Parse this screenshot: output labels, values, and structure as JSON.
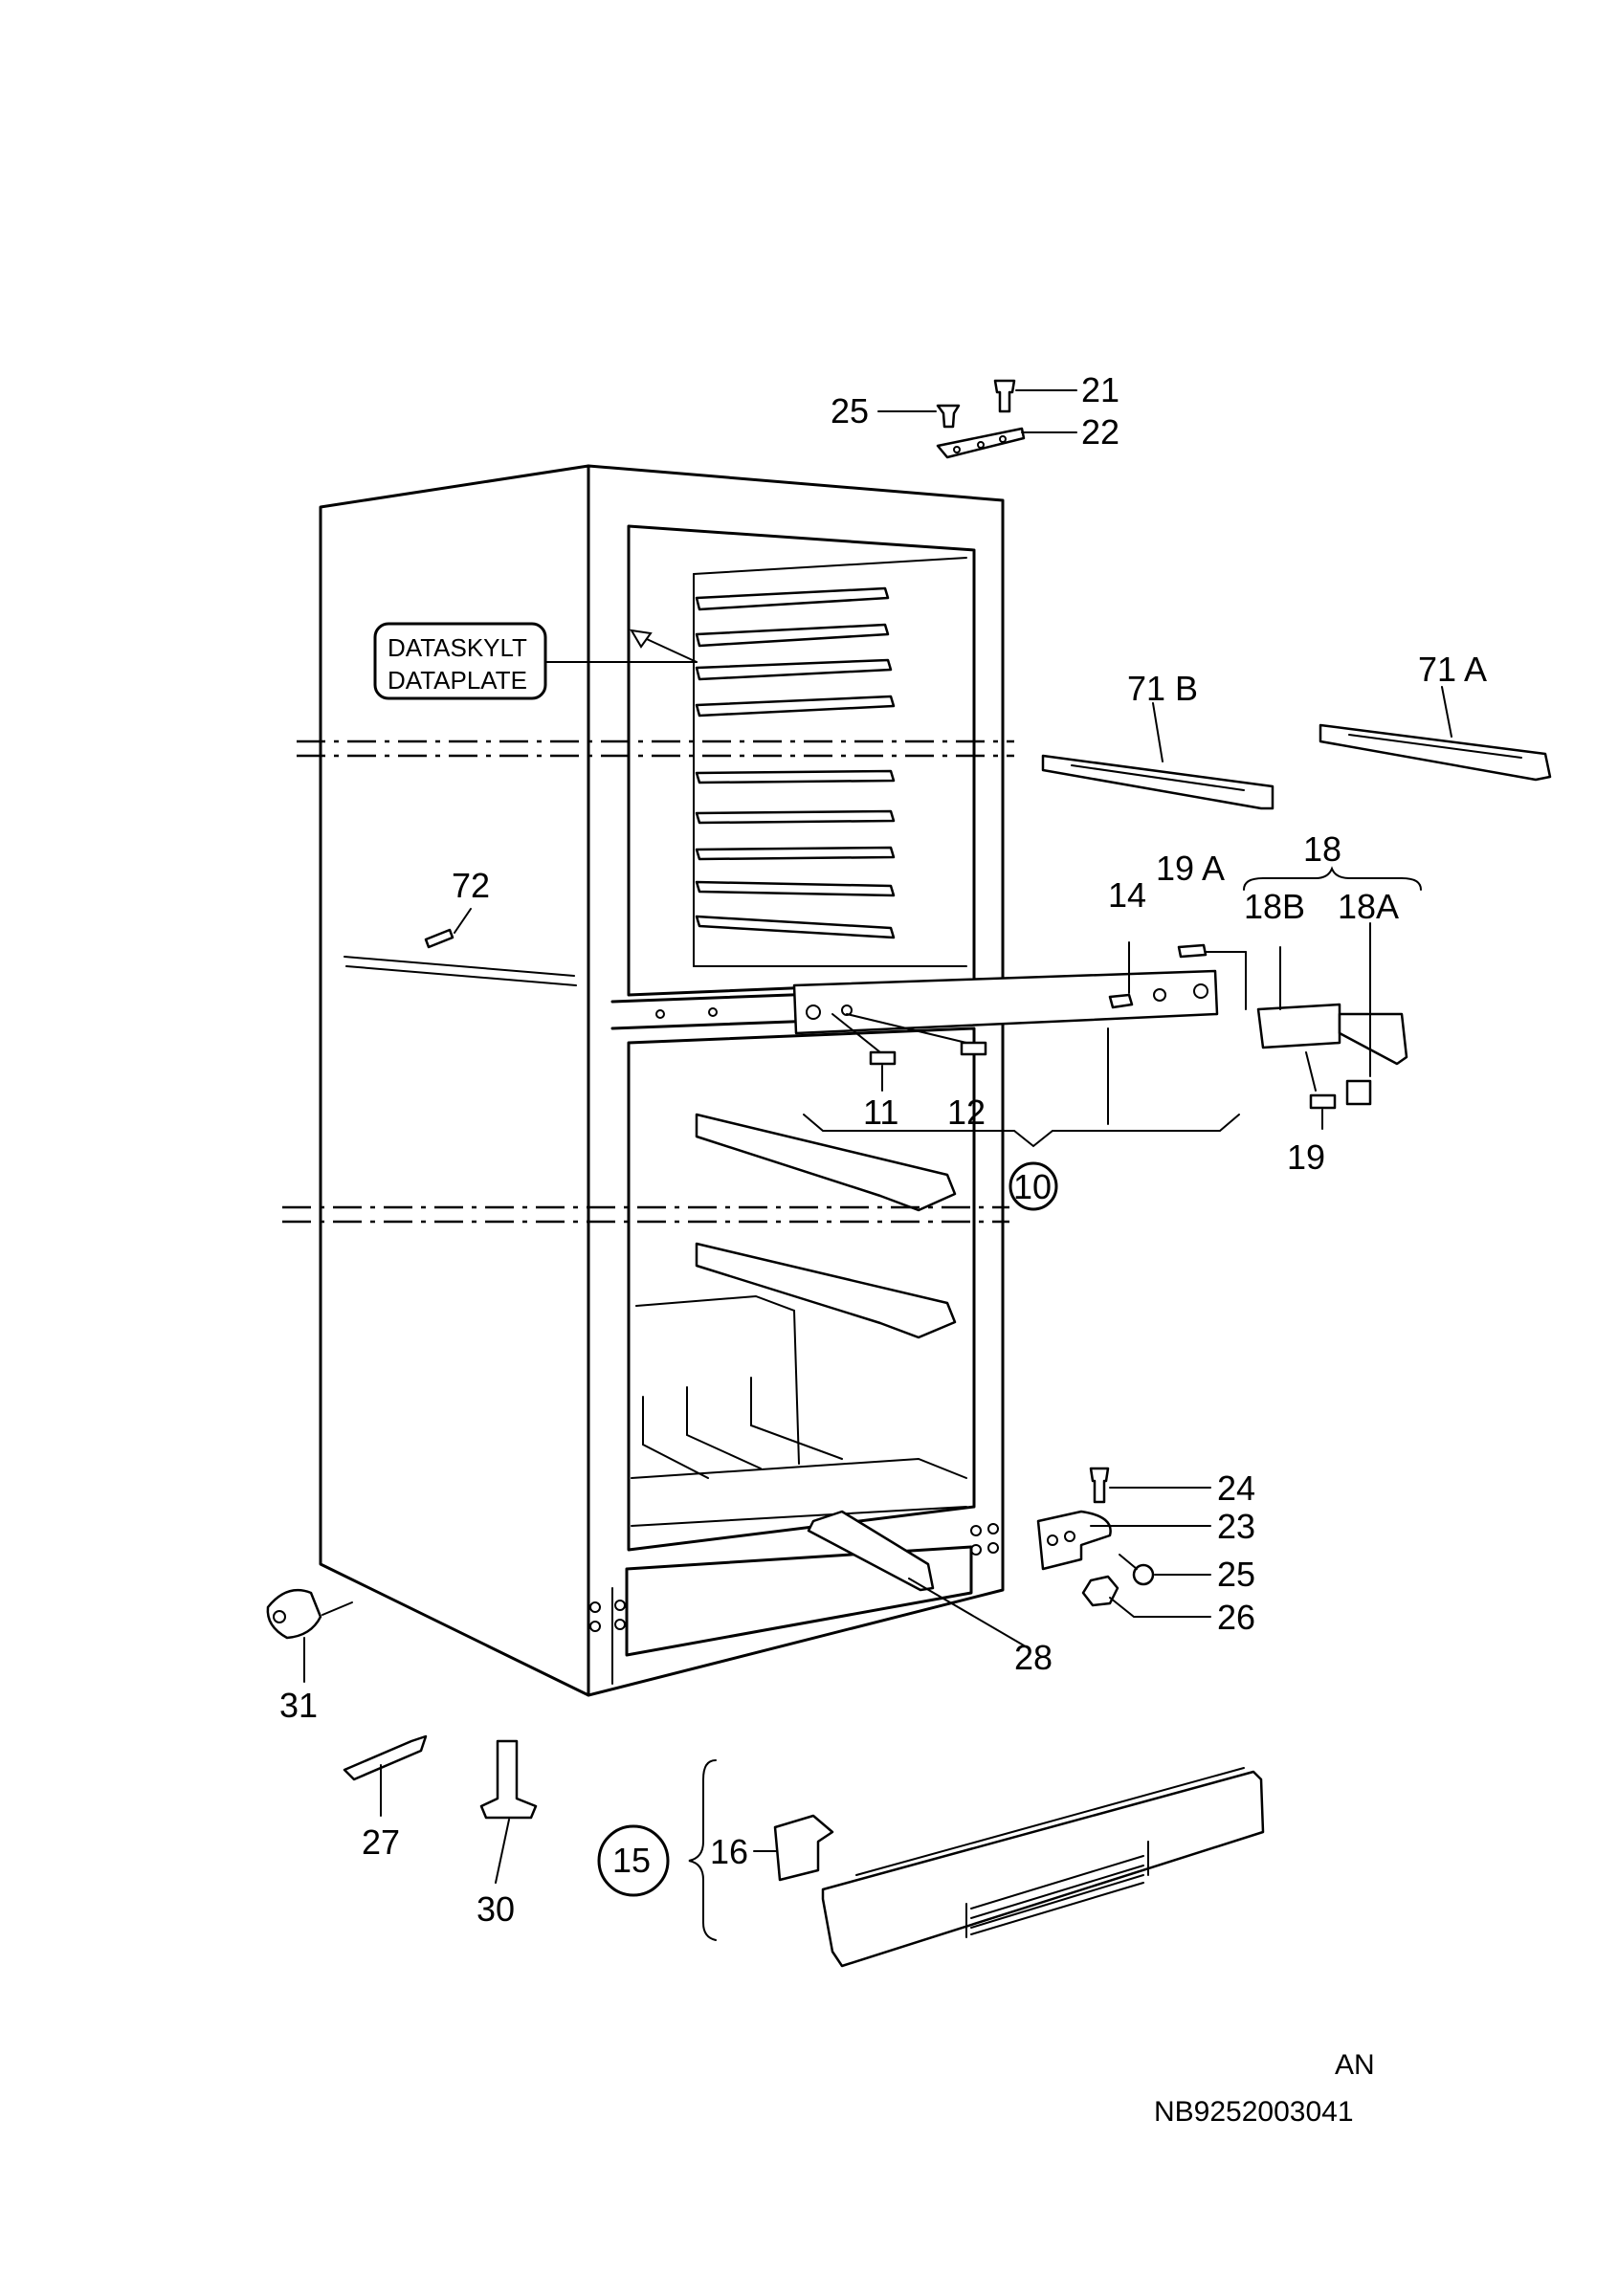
{
  "callouts": {
    "c21": "21",
    "c22": "22",
    "c25a": "25",
    "c71b": "71 B",
    "c71a": "71 A",
    "c72": "72",
    "c14": "14",
    "c19a": "19 A",
    "c18": "18",
    "c18b": "18B",
    "c18a": "18A",
    "c11": "11",
    "c12": "12",
    "c10": "10",
    "c19": "19",
    "c24": "24",
    "c23": "23",
    "c25b": "25",
    "c26": "26",
    "c28": "28",
    "c31": "31",
    "c27": "27",
    "c30": "30",
    "c15": "15",
    "c16": "16"
  },
  "label_box": {
    "line1": "DATASKYLT",
    "line2": "DATAPLATE"
  },
  "footer": {
    "variant": "AN",
    "document_number": "NB9252003041"
  }
}
